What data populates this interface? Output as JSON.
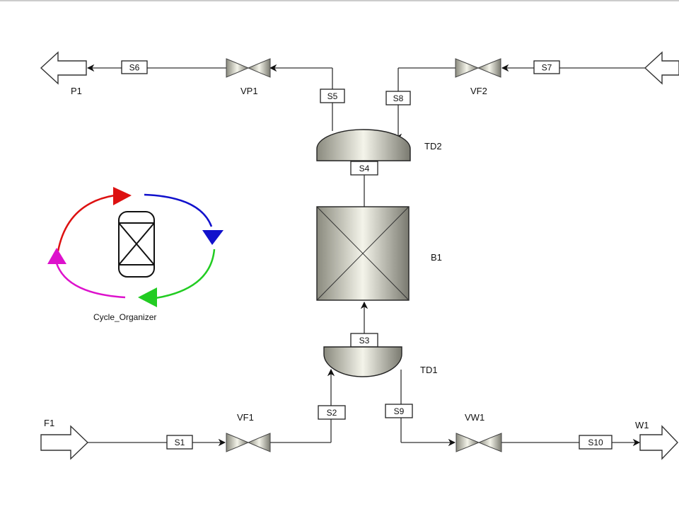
{
  "ports": {
    "p1": "P1",
    "f1": "F1",
    "w1": "W1"
  },
  "valves": {
    "vp1": "VP1",
    "vf2": "VF2",
    "vf1": "VF1",
    "vw1": "VW1"
  },
  "vessels": {
    "td1": "TD1",
    "td2": "TD2",
    "b1": "B1"
  },
  "streams": {
    "s1": "S1",
    "s2": "S2",
    "s3": "S3",
    "s4": "S4",
    "s5": "S5",
    "s6": "S6",
    "s7": "S7",
    "s8": "S8",
    "s9": "S9",
    "s10": "S10"
  },
  "cycle": {
    "label": "Cycle_Organizer"
  },
  "colors": {
    "red": "#dd1111",
    "blue": "#1111cc",
    "green": "#22cc22",
    "magenta": "#dd11cc"
  },
  "icons": {
    "product": "hollow-arrow-icon",
    "feed": "hollow-arrow-icon",
    "valve": "bowtie-valve-icon",
    "bed": "packed-bed-icon",
    "cycle": "cycle-arrows-icon"
  }
}
